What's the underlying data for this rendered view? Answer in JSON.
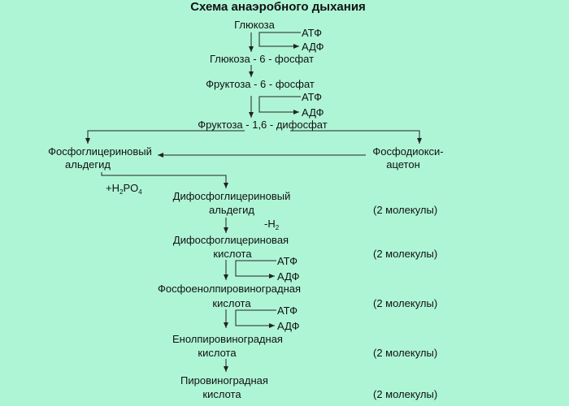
{
  "title": "Схема анаэробного дыхания",
  "nodes": {
    "glucose": "Глюкоза",
    "glucose6p": "Глюкоза - 6 - фосфат",
    "fructose6p": "Фруктоза - 6 - фосфат",
    "fructose16dp": "Фруктоза - 1,6 - дифосфат",
    "pga_line1": "Фосфоглицериновый",
    "pga_line2": "альдегид",
    "dhap_line1": "Фосфодиокси-",
    "dhap_line2": "ацетон",
    "dpga_line1": "Дифосфоглицериновый",
    "dpga_line2": "альдегид",
    "dpgacid_line1": "Дифосфоглицериновая",
    "dpgacid_line2": "кислота",
    "pep_line1": "Фосфоенолпировиноградная",
    "pep_line2": "кислота",
    "enolpyr_line1": "Енолпировиноградная",
    "enolpyr_line2": "кислота",
    "pyr_line1": "Пировиноградная",
    "pyr_line2": "кислота"
  },
  "labels": {
    "atp": "АТФ",
    "adp": "АДФ",
    "h3po4_prefix": "+H",
    "h3po4_sub1": "2",
    "h3po4_mid": "PO",
    "h3po4_sub2": "4",
    "h2_prefix": "-H",
    "h2_sub": "2",
    "two_molecules": "(2 молекулы)"
  },
  "colors": {
    "background": "#aef5d6",
    "line": "#222222"
  }
}
